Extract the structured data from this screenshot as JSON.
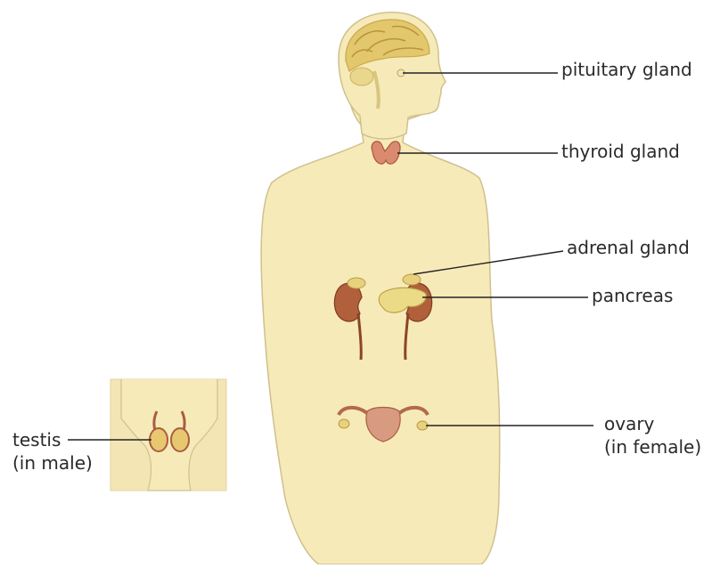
{
  "labels": {
    "pituitary": "pituitary gland",
    "thyroid": "thyroid gland",
    "adrenal": "adrenal gland",
    "pancreas": "pancreas",
    "ovary_line1": "ovary",
    "ovary_line2": "(in female)",
    "testis_line1": "testis",
    "testis_line2": "(in male)"
  },
  "colors": {
    "body_fill": "#f7eab9",
    "body_outline": "#cfc08d",
    "brain": "#e3c76c",
    "gland_red": "#b25f3c",
    "thyroid": "#d98a6f",
    "pancreas": "#ebdb86",
    "leader_line": "#222222"
  }
}
